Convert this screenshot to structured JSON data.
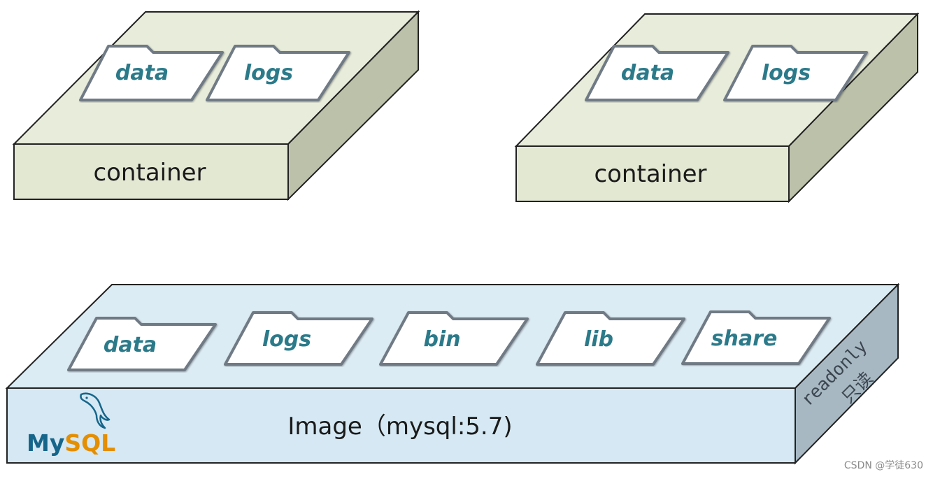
{
  "containers": [
    {
      "label": "container",
      "folders": [
        "data",
        "logs"
      ]
    },
    {
      "label": "container",
      "folders": [
        "data",
        "logs"
      ]
    }
  ],
  "image": {
    "label": "Image（mysql:5.7)",
    "folders": [
      "data",
      "logs",
      "bin",
      "lib",
      "share"
    ],
    "side_text": "readonly",
    "side_text_cn": "只读",
    "logo": {
      "part1": "My",
      "part2": "SQL",
      "icon": "mysql-dolphin-icon"
    }
  },
  "colors": {
    "container_top": "#e8ecdb",
    "container_front": "#e3e8d3",
    "container_side": "#bcc2aa",
    "image_top": "#dcecf5",
    "image_front": "#d5e8f3",
    "image_side": "#a7b8c3",
    "folder_fill": "#ffffff",
    "folder_stroke": "#6f7a85",
    "folder_text": "#2b7a8a"
  },
  "watermark": "CSDN @学徒630"
}
